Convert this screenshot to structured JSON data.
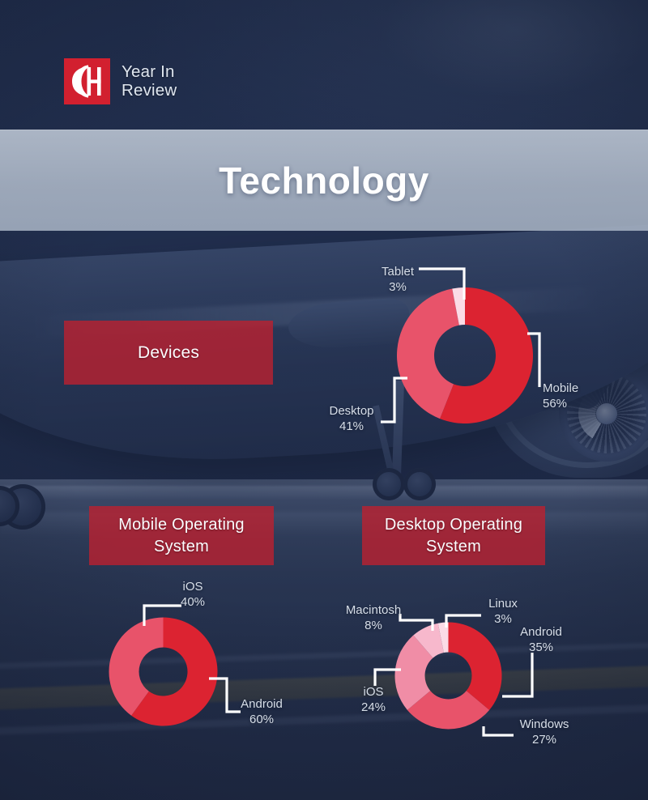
{
  "header": {
    "logo_icon": "ch-monogram-logo",
    "brand_line1": "Year In",
    "brand_line2": "Review"
  },
  "banner": {
    "title": "Technology"
  },
  "sections": {
    "devices_label": "Devices",
    "mobile_os_label_line1": "Mobile Operating",
    "mobile_os_label_line2": "System",
    "desktop_os_label_line1": "Desktop Operating",
    "desktop_os_label_line2": "System"
  },
  "colors": {
    "brand_red": "#d2202f",
    "slice_red": "#dc2331",
    "slice_red_light": "#e8536a",
    "slice_pink": "#f08da6",
    "slice_pink_light": "#f7b8cc",
    "slice_pink_pale": "#fbdbe6",
    "banner_bg": "#b0bbc9",
    "background_navy": "#1f2d4e",
    "label_text": "#d7dee8",
    "box_red": "#bc2130"
  },
  "chart_data": [
    {
      "id": "devices",
      "type": "pie",
      "title": "Devices",
      "donut": true,
      "categories": [
        "Mobile",
        "Desktop",
        "Tablet"
      ],
      "values": [
        56,
        41,
        3
      ],
      "labels": [
        "56%",
        "41%",
        "3%"
      ],
      "colors": [
        "#dc2331",
        "#e8536a",
        "#fbdbe6"
      ],
      "units": "%"
    },
    {
      "id": "mobile-os",
      "type": "pie",
      "title": "Mobile Operating System",
      "donut": true,
      "categories": [
        "Android",
        "iOS"
      ],
      "values": [
        60,
        40
      ],
      "labels": [
        "60%",
        "40%"
      ],
      "colors": [
        "#dc2331",
        "#e8536a"
      ],
      "units": "%"
    },
    {
      "id": "desktop-os",
      "type": "pie",
      "title": "Desktop Operating System",
      "donut": true,
      "categories": [
        "Android",
        "Windows",
        "iOS",
        "Macintosh",
        "Linux"
      ],
      "values": [
        35,
        27,
        24,
        8,
        3
      ],
      "labels": [
        "35%",
        "27%",
        "24%",
        "8%",
        "3%"
      ],
      "colors": [
        "#dc2331",
        "#e8536a",
        "#f08da6",
        "#f7b8cc",
        "#fbdbe6"
      ],
      "units": "%"
    }
  ],
  "devices_chart": {
    "mobile_name": "Mobile",
    "mobile_pct": "56%",
    "desktop_name": "Desktop",
    "desktop_pct": "41%",
    "tablet_name": "Tablet",
    "tablet_pct": "3%"
  },
  "mobile_os_chart": {
    "ios_name": "iOS",
    "ios_pct": "40%",
    "android_name": "Android",
    "android_pct": "60%"
  },
  "desktop_os_chart": {
    "macintosh_name": "Macintosh",
    "macintosh_pct": "8%",
    "linux_name": "Linux",
    "linux_pct": "3%",
    "android_name": "Android",
    "android_pct": "35%",
    "ios_name": "iOS",
    "ios_pct": "24%",
    "windows_name": "Windows",
    "windows_pct": "27%"
  }
}
